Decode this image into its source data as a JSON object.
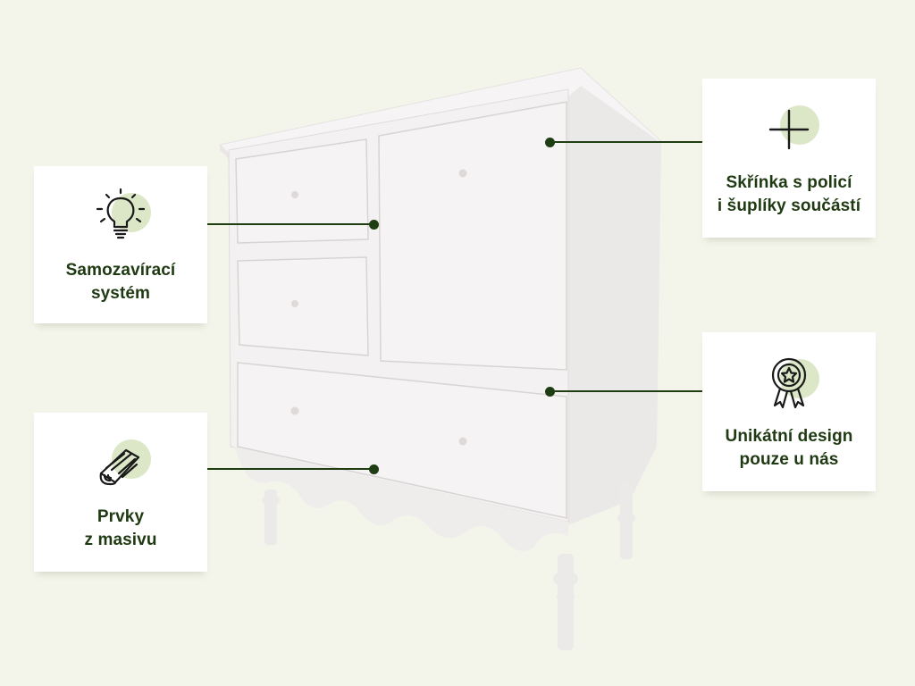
{
  "features": [
    {
      "id": "self-closing",
      "label": "Samozavírací\nsystém",
      "icon": "lightbulb-icon"
    },
    {
      "id": "solid-wood",
      "label": "Prvky\nz masivu",
      "icon": "wood-log-icon"
    },
    {
      "id": "cabinet",
      "label": "Skřínka s policí\ni šuplíky součástí",
      "icon": "plus-icon"
    },
    {
      "id": "design",
      "label": "Unikátní design\npouze u nás",
      "icon": "award-ribbon-icon"
    }
  ],
  "colors": {
    "background": "#f3f5ea",
    "accent_dark": "#1f3d12",
    "icon_blob": "#dbe7c7",
    "furniture": "#f1efee"
  }
}
